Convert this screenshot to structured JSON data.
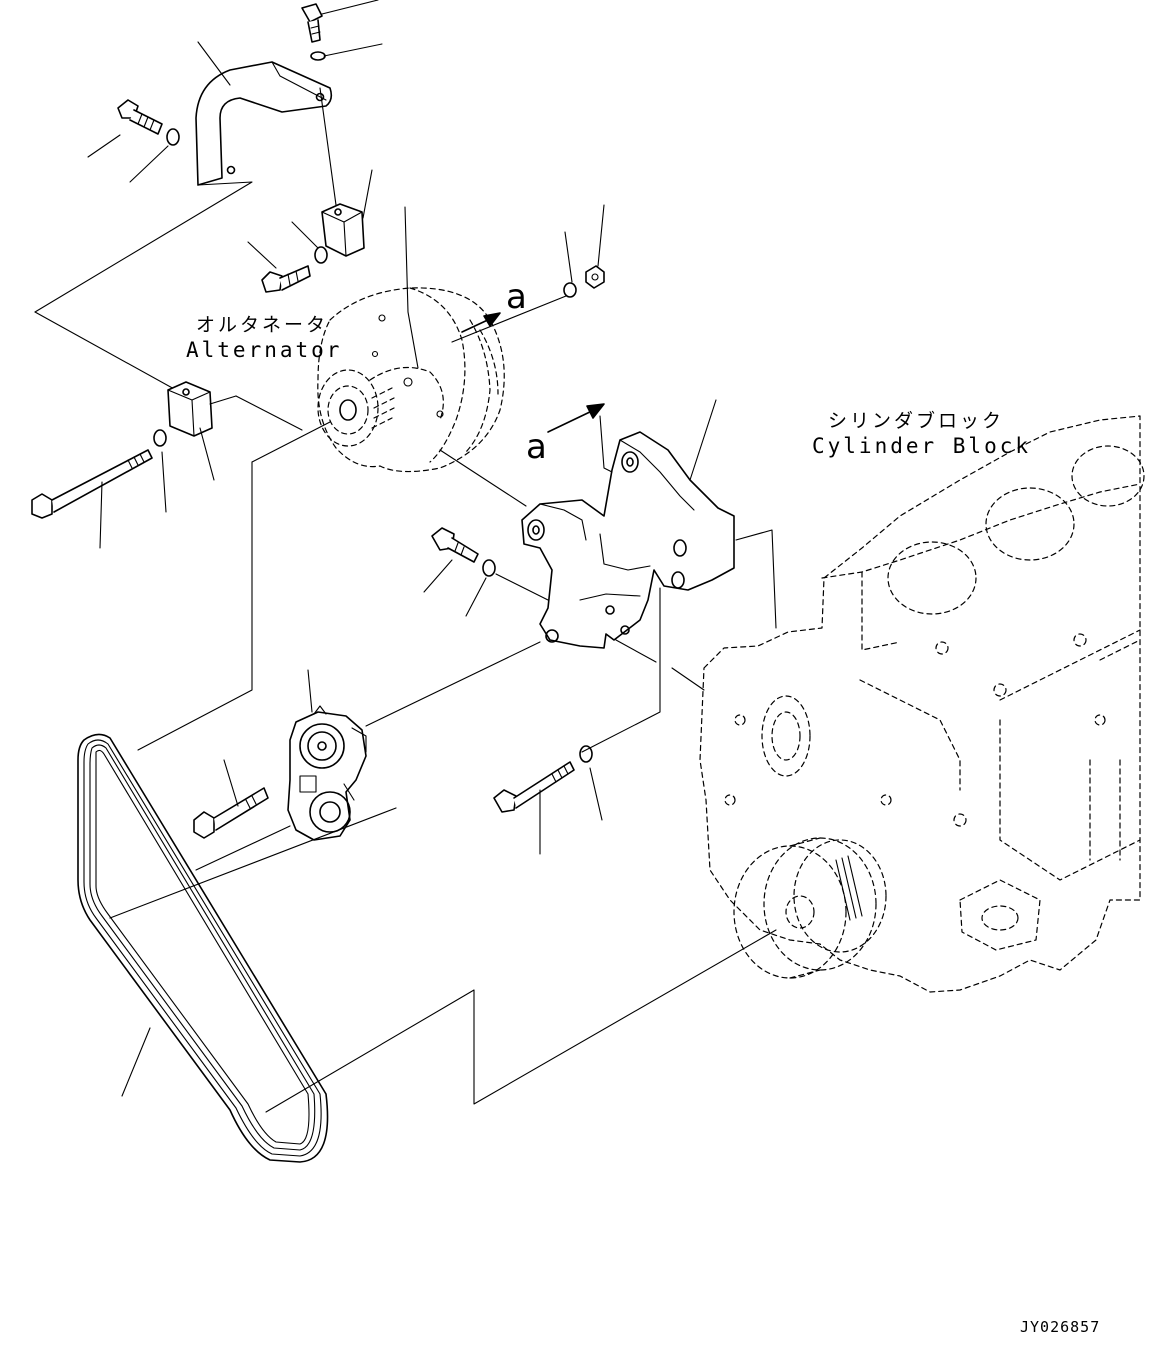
{
  "labels": {
    "alternator_jp": "オルタネータ",
    "alternator_en": "Alternator",
    "cylinder_block_jp": "シリンダブロック",
    "cylinder_block_en": "Cylinder Block",
    "view_a_upper": "a",
    "view_a_lower": "a"
  },
  "drawing_code": "JY026857",
  "components": [
    "upper-bracket",
    "alternator",
    "alternator-mount-bracket",
    "belt-tensioner",
    "v-ribbed-belt",
    "cylinder-block",
    "crank-pulley"
  ]
}
